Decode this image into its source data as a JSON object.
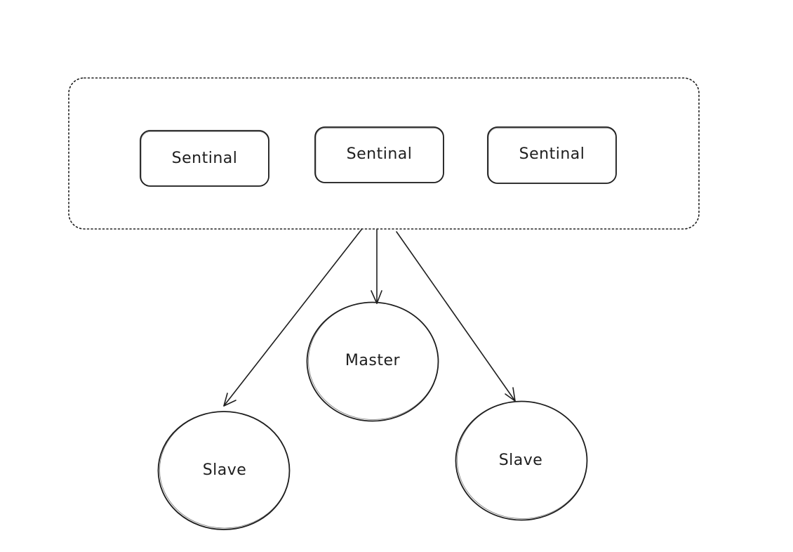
{
  "diagram": {
    "stroke_color": "#1e1e1e",
    "background": "#ffffff",
    "sentinel_group": {
      "border_style": "dotted",
      "nodes": [
        {
          "label": "Sentinal"
        },
        {
          "label": "Sentinal"
        },
        {
          "label": "Sentinal"
        }
      ]
    },
    "servers": [
      {
        "label": "Master",
        "role": "master"
      },
      {
        "label": "Slave",
        "role": "slave"
      },
      {
        "label": "Slave",
        "role": "slave"
      }
    ],
    "edges": [
      {
        "from": "sentinel_group",
        "to": "servers.1"
      },
      {
        "from": "sentinel_group",
        "to": "servers.0"
      },
      {
        "from": "sentinel_group",
        "to": "servers.2"
      }
    ]
  }
}
